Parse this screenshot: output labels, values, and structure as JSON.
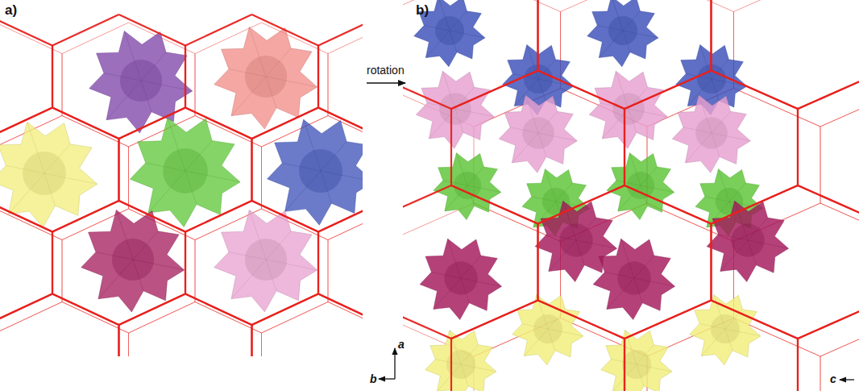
{
  "diagram": {
    "labels": [
      "a)",
      "b)",
      "rotation",
      "a",
      "b",
      "c"
    ]
  }
}
